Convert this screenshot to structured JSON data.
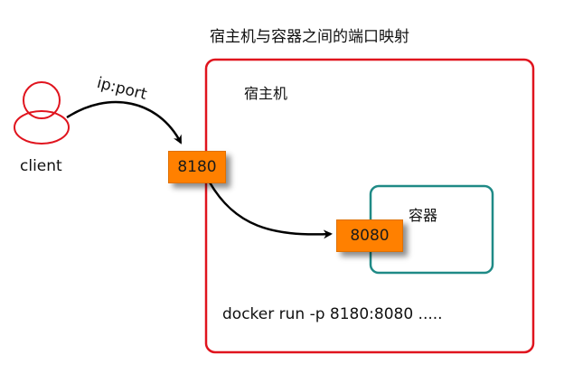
{
  "title": "宿主机与容器之间的端口映射",
  "host": {
    "label": "宿主机",
    "border_color": "#e0141e"
  },
  "container": {
    "label": "容器",
    "border_color": "#1f8a86"
  },
  "client": {
    "label": "client",
    "icon": "user-icon",
    "color": "#e0141e"
  },
  "edge_label": "ip:port",
  "ports": {
    "host_port": "8180",
    "container_port": "8080",
    "fill_color": "#ff8000"
  },
  "command": "docker run -p 8180:8080 ....."
}
